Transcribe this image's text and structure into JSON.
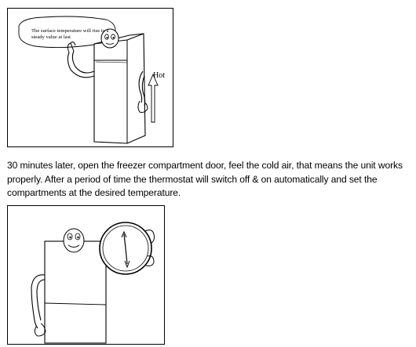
{
  "figure1": {
    "speech_bubble": "The surface temperature will rise to a steady value at last",
    "hot_label": "Hot"
  },
  "instruction": {
    "paragraph": "30 minutes later, open the freezer compartment door, feel the cold air, that means the unit works properly. After a period of time the thermostat will switch off & on automatically and set the compartments at the desired temperature."
  }
}
